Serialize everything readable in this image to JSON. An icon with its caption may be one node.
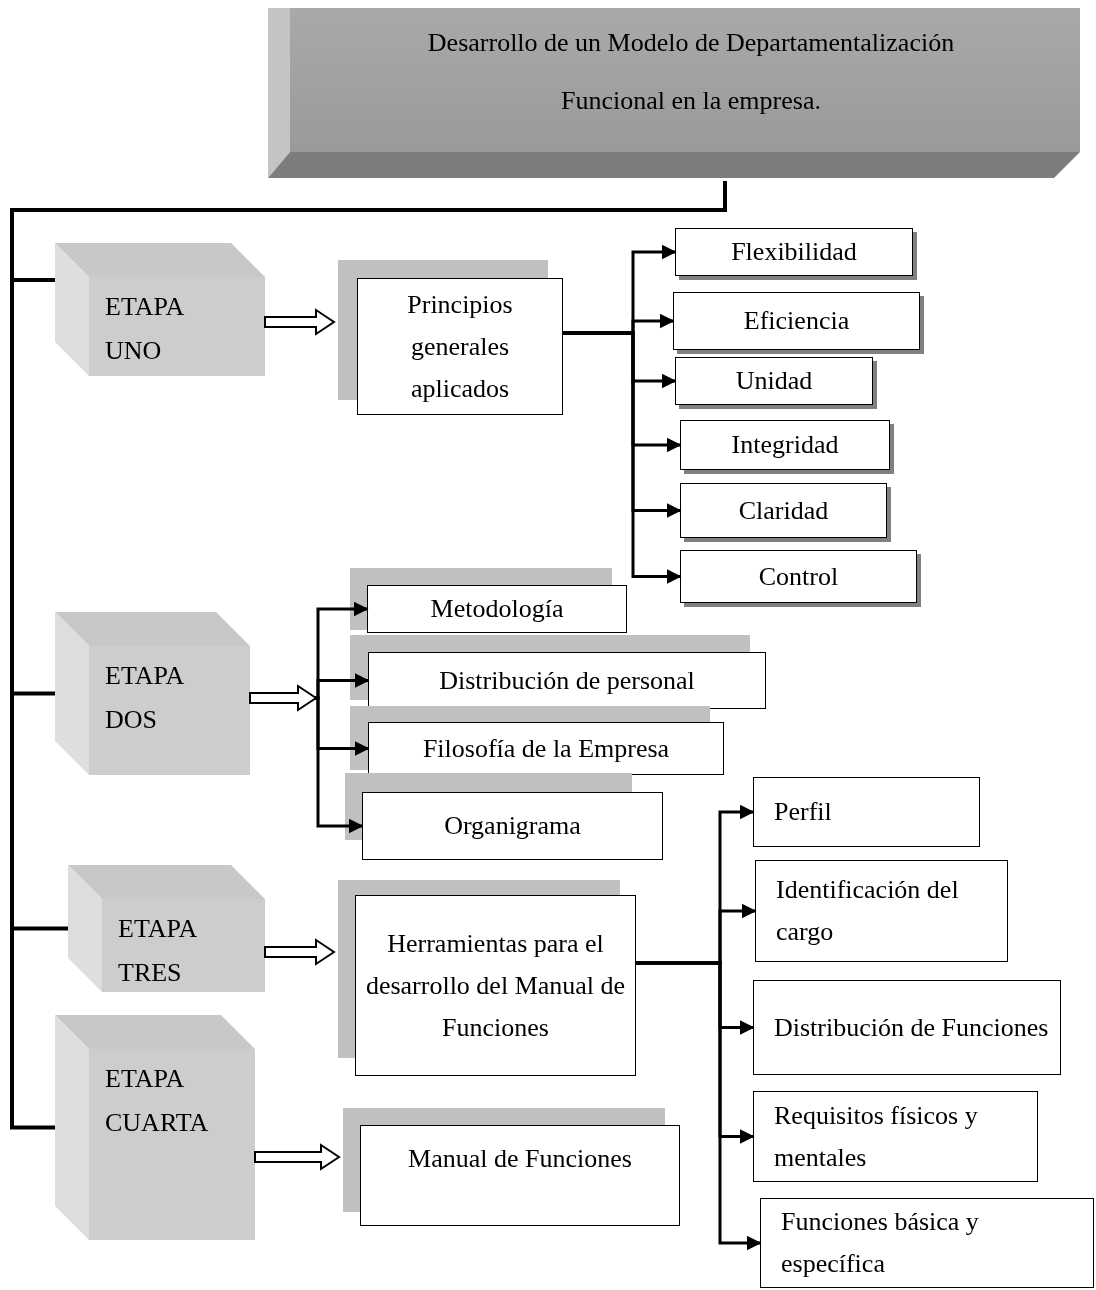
{
  "diagram": {
    "nodes": [
      {
        "text": [
          "Desarrollo de un Modelo de Departamentalización Funcional en la empresa."
        ]
      },
      {
        "text": [
          "ETAPA UNO"
        ]
      },
      {
        "text": [
          "Principios generales aplicados"
        ]
      },
      {
        "text": [
          "Flexibilidad"
        ]
      },
      {
        "text": [
          "Eficiencia"
        ]
      },
      {
        "text": [
          "Unidad"
        ]
      },
      {
        "text": [
          "Integridad"
        ]
      },
      {
        "text": [
          "Claridad"
        ]
      },
      {
        "text": [
          "Control"
        ]
      },
      {
        "text": [
          "ETAPA DOS"
        ]
      },
      {
        "text": [
          "Metodología"
        ]
      },
      {
        "text": [
          "Distribución de personal"
        ]
      },
      {
        "text": [
          "Filosofía de la Empresa"
        ]
      },
      {
        "text": [
          "Organigrama"
        ]
      },
      {
        "text": [
          "ETAPA TRES"
        ]
      },
      {
        "text": [
          "Herramientas para el desarrollo del Manual de Funciones"
        ]
      },
      {
        "text": [
          "Perfil"
        ]
      },
      {
        "text": [
          "Identificación del cargo"
        ]
      },
      {
        "text": [
          "Distribución de Funciones"
        ]
      },
      {
        "text": [
          "Requisitos físicos y mentales"
        ]
      },
      {
        "text": [
          "Funciones básica y específica"
        ]
      },
      {
        "text": [
          "ETAPA CUARTA"
        ]
      },
      {
        "text": [
          "Manual de Funciones"
        ]
      }
    ],
    "edges": [
      {
        "from": 0,
        "to": 1,
        "arrow": "none"
      },
      {
        "from": 0,
        "to": 9,
        "arrow": "none"
      },
      {
        "from": 0,
        "to": 14,
        "arrow": "none"
      },
      {
        "from": 0,
        "to": 21,
        "arrow": "none"
      },
      {
        "from": 1,
        "to": 2,
        "arrow": "to"
      },
      {
        "from": 2,
        "to": 3,
        "arrow": "to"
      },
      {
        "from": 2,
        "to": 4,
        "arrow": "to"
      },
      {
        "from": 2,
        "to": 5,
        "arrow": "to"
      },
      {
        "from": 2,
        "to": 6,
        "arrow": "to"
      },
      {
        "from": 2,
        "to": 7,
        "arrow": "to"
      },
      {
        "from": 2,
        "to": 8,
        "arrow": "to"
      },
      {
        "from": 9,
        "to": 10,
        "arrow": "to"
      },
      {
        "from": 9,
        "to": 11,
        "arrow": "to"
      },
      {
        "from": 9,
        "to": 12,
        "arrow": "to"
      },
      {
        "from": 9,
        "to": 13,
        "arrow": "to"
      },
      {
        "from": 14,
        "to": 15,
        "arrow": "to"
      },
      {
        "from": 15,
        "to": 16,
        "arrow": "to"
      },
      {
        "from": 15,
        "to": 17,
        "arrow": "to"
      },
      {
        "from": 15,
        "to": 18,
        "arrow": "to"
      },
      {
        "from": 15,
        "to": 19,
        "arrow": "to"
      },
      {
        "from": 15,
        "to": 20,
        "arrow": "to"
      },
      {
        "from": 21,
        "to": 22,
        "arrow": "to"
      }
    ]
  }
}
